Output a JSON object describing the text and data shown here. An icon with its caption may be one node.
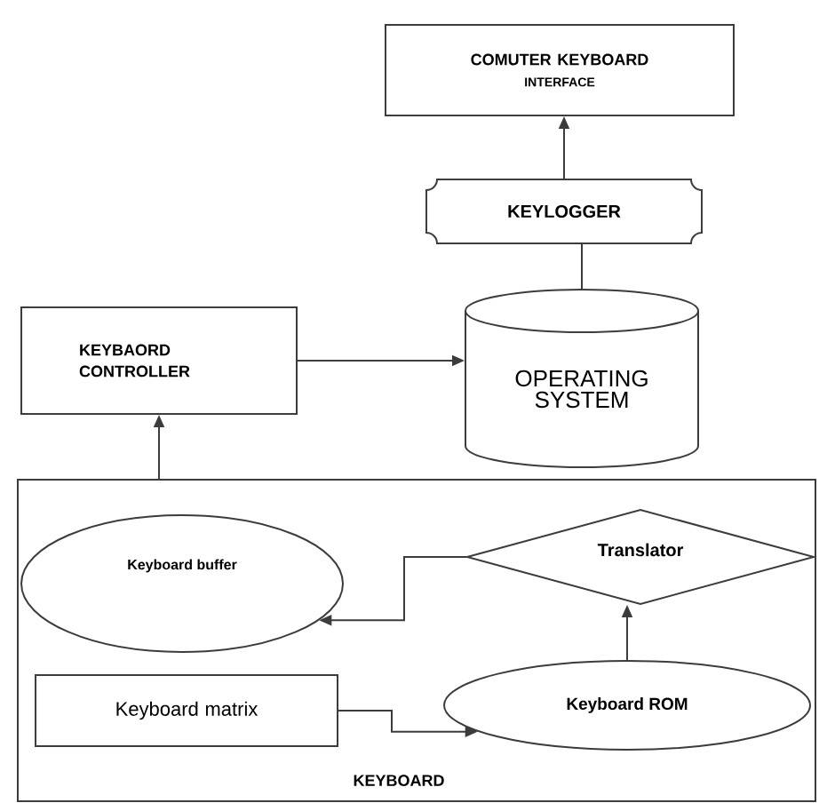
{
  "diagram": {
    "nodes": [
      {
        "text": [
          "COMUTER KEYBOARD",
          "INTERFACE"
        ]
      },
      {
        "text": [
          "KEYLOGGER"
        ]
      },
      {
        "text": [
          "KEYBAORD CONTROLLER"
        ]
      },
      {
        "text": [
          "OPERATING SYSTEM"
        ]
      },
      {
        "text": [
          "KEYBOARD"
        ]
      },
      {
        "text": [
          "Keyboard buffer"
        ],
        "in": 4
      },
      {
        "text": [
          "Translator"
        ],
        "in": 4
      },
      {
        "text": [
          "Keyboard matrix"
        ],
        "in": 4
      },
      {
        "text": [
          "Keyboard ROM"
        ],
        "in": 4
      }
    ],
    "edges": [
      {
        "from": 1,
        "to": 0,
        "arrow": "to"
      },
      {
        "from": 3,
        "to": 1,
        "arrow": "none"
      },
      {
        "from": 2,
        "to": 3,
        "arrow": "to"
      },
      {
        "from": 4,
        "to": 2,
        "arrow": "to"
      },
      {
        "from": 6,
        "to": 5,
        "arrow": "to"
      },
      {
        "from": 8,
        "to": 6,
        "arrow": "to"
      },
      {
        "from": 7,
        "to": 8,
        "arrow": "to"
      }
    ]
  }
}
